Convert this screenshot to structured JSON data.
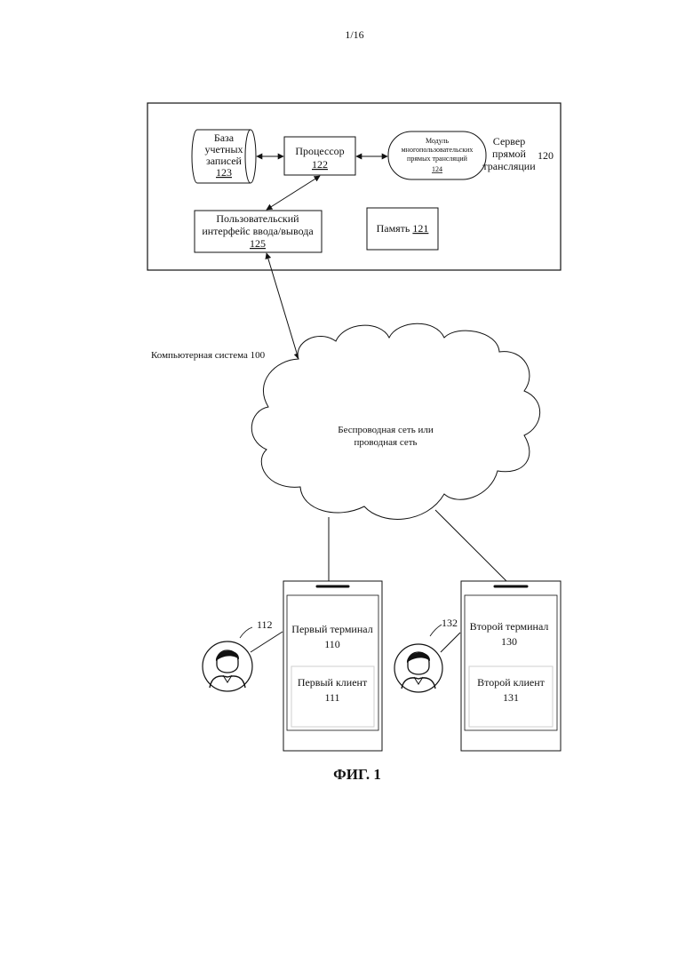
{
  "page_number": "1/16",
  "server": {
    "label_lines": [
      "Сервер",
      "прямой",
      "трансляции"
    ],
    "ref": "120",
    "accounts_db": {
      "lines": [
        "База",
        "учетных",
        "записей"
      ],
      "ref": "123"
    },
    "processor": {
      "label": "Процессор",
      "ref": "122"
    },
    "multiuser_module": {
      "lines": [
        "Модуль",
        "многопользовательских",
        "прямых трансляций"
      ],
      "ref": "124"
    },
    "io_interface": {
      "lines": [
        "Пользовательский",
        "интерфейс ввода/вывода"
      ],
      "ref": "125"
    },
    "memory": {
      "label": "Память",
      "ref": "121"
    }
  },
  "system_label": "Компьютерная система 100",
  "network": {
    "lines": [
      "Беспроводная сеть или",
      "проводная сеть"
    ]
  },
  "terminal_1": {
    "label": "Первый терминал",
    "ref": "110",
    "client_label": "Первый клиент",
    "client_ref": "111",
    "user_ref": "112"
  },
  "terminal_2": {
    "label": "Второй терминал",
    "ref": "130",
    "client_label": "Второй клиент",
    "client_ref": "131",
    "user_ref": "132"
  },
  "figure_caption": "ФИГ. 1"
}
